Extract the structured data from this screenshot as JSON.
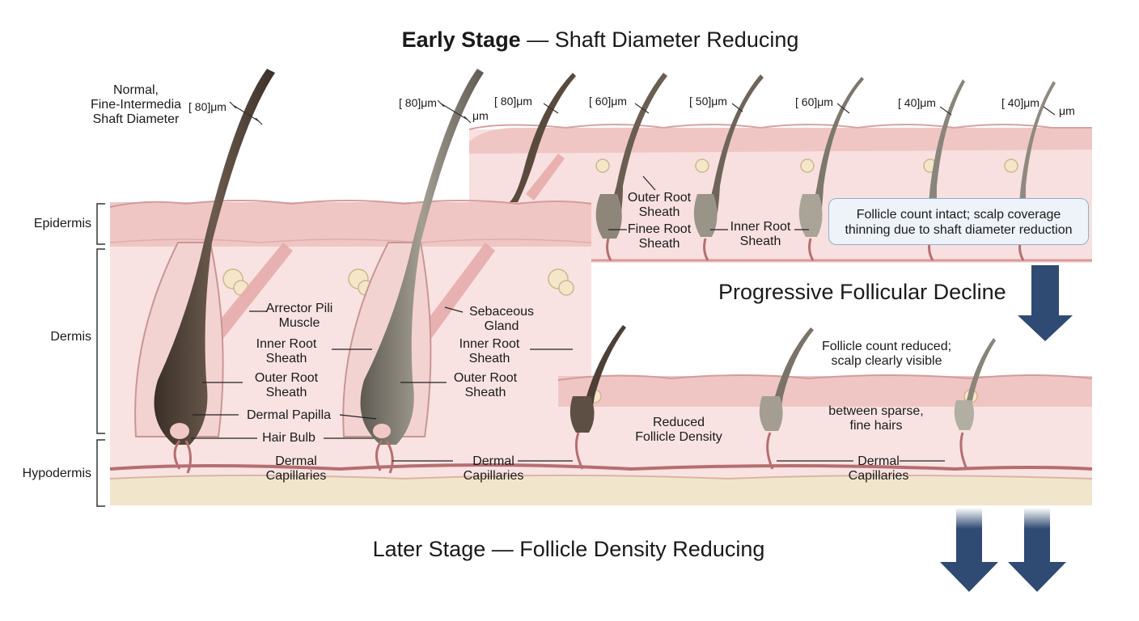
{
  "title": {
    "bold": "Early Stage",
    "rest": " — Shaft Diameter Reducing"
  },
  "bottom_title": "Later Stage — Follicle Density Reducing",
  "middle_heading": "Progressive Follicular Decline",
  "layers": [
    "Epidermis",
    "Dermis",
    "Hypodermis"
  ],
  "normal_label": "Normal,\nFine-Intermedia\nShaft Diameter",
  "measurements": [
    "[ 80]μm",
    "[ 80]μm",
    "μm",
    "[ 80]μm",
    "[ 60]μm",
    "[ 50]μm",
    "[ 60]μm",
    "[ 40]μm",
    "[ 40]μm",
    "μm"
  ],
  "labels": {
    "arrector": "Arrector Pili\nMuscle",
    "inner1": "Inner Root\nSheath",
    "outer1": "Outer Root\nSheath",
    "papilla": "Dermal Papilla",
    "bulb": "Hair Bulb",
    "cap1": "Dermal\nCapillaries",
    "sebaceous": "Sebaceous\nGland",
    "inner2": "Inner Root\nSheath",
    "outer2": "Outer Root\nSheath",
    "cap2": "Dermal\nCapillaries",
    "outer3": "Outer Root\nSheath",
    "finee": "Finee Root\nSheath",
    "inner3": "Inner Root\nSheath",
    "reduced": "Reduced\nFollicle Density",
    "reduced_count": "Follicle count reduced;\nscalp clearly visible",
    "sparse": "between sparse,\nfine hairs",
    "cap3": "Dermal\nCapillaries"
  },
  "callout": "Follicle count intact; scalp coverage\nthinning due to shaft diameter reduction",
  "colors": {
    "skin": "#f7dede",
    "epidermis": "#efc6c4",
    "fat": "#f1e6cc",
    "hair_dark": "#4a3c33",
    "hair_grey": "#7d786e",
    "arrow": "#2f4a73"
  }
}
